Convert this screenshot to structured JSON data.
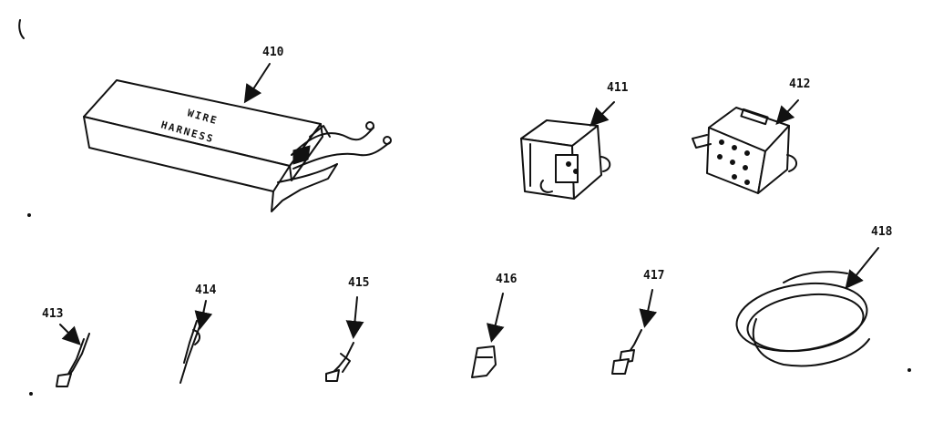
{
  "parts": [
    {
      "id": "part-410",
      "number": "410",
      "box_text_line1": "WIRE",
      "box_text_line2": "HARNESS"
    },
    {
      "id": "part-411",
      "number": "411"
    },
    {
      "id": "part-412",
      "number": "412"
    },
    {
      "id": "part-413",
      "number": "413"
    },
    {
      "id": "part-414",
      "number": "414"
    },
    {
      "id": "part-415",
      "number": "415"
    },
    {
      "id": "part-416",
      "number": "416"
    },
    {
      "id": "part-417",
      "number": "417"
    },
    {
      "id": "part-418",
      "number": "418"
    }
  ]
}
